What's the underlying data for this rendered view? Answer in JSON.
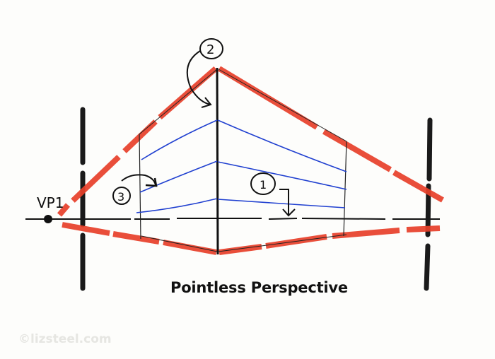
{
  "title": "Pointless Perspective",
  "watermark": "©lizsteel.com",
  "labels": {
    "vp": "VP1",
    "callout_1": "1",
    "callout_2": "2",
    "callout_3": "3"
  },
  "colors": {
    "background": "#fdfdfb",
    "ink": "#111111",
    "red_marker": "#e8402a",
    "blue_lines": "#2040d0",
    "watermark": "#e6e6e2"
  }
}
